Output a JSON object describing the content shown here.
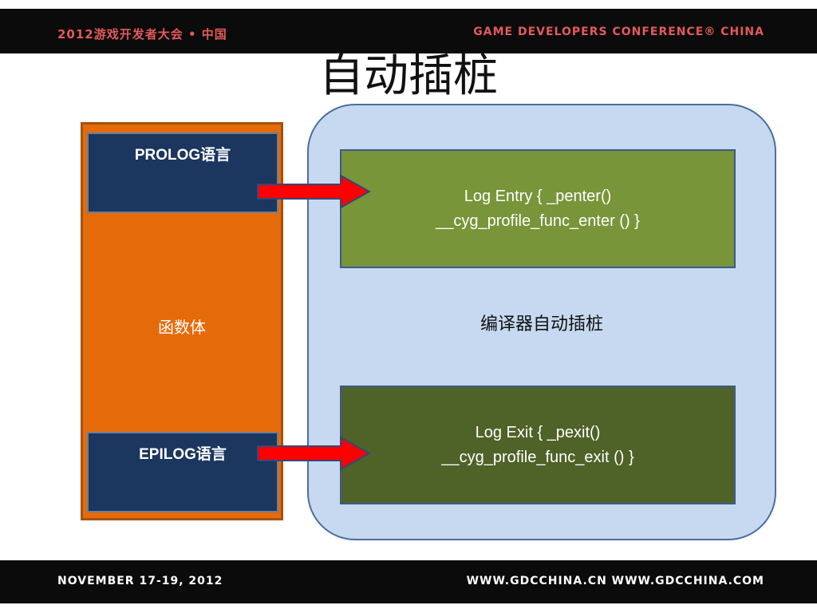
{
  "header": {
    "left_text": "2012游戏开发者大会 • 中国",
    "right_text": "GAME DEVELOPERS CONFERENCE® CHINA"
  },
  "title": "自动插桩",
  "function_column": {
    "prolog_label": "PROLOG语言",
    "body_label": "函数体",
    "epilog_label": "EPILOG语言"
  },
  "compiler_panel": {
    "label": "编译器自动插桩",
    "entry": {
      "line1": "Log Entry { _penter()",
      "line2": "__cyg_profile_func_enter () }"
    },
    "exit": {
      "line1": "Log Exit { _pexit()",
      "line2": "__cyg_profile_func_exit () }"
    }
  },
  "footer": {
    "left_text": "NOVEMBER 17-19, 2012",
    "right_text": "WWW.GDCCHINA.CN    WWW.GDCCHINA.COM"
  },
  "colors": {
    "bar": "#0b0b0b",
    "header_accent": "#e35a5a",
    "function_body": "#e56b0a",
    "lang_box": "#1b365f",
    "compiler_panel": "#c6d9f0",
    "log_entry": "#78953a",
    "log_exit": "#4f6228",
    "arrow": "#ff0000"
  }
}
